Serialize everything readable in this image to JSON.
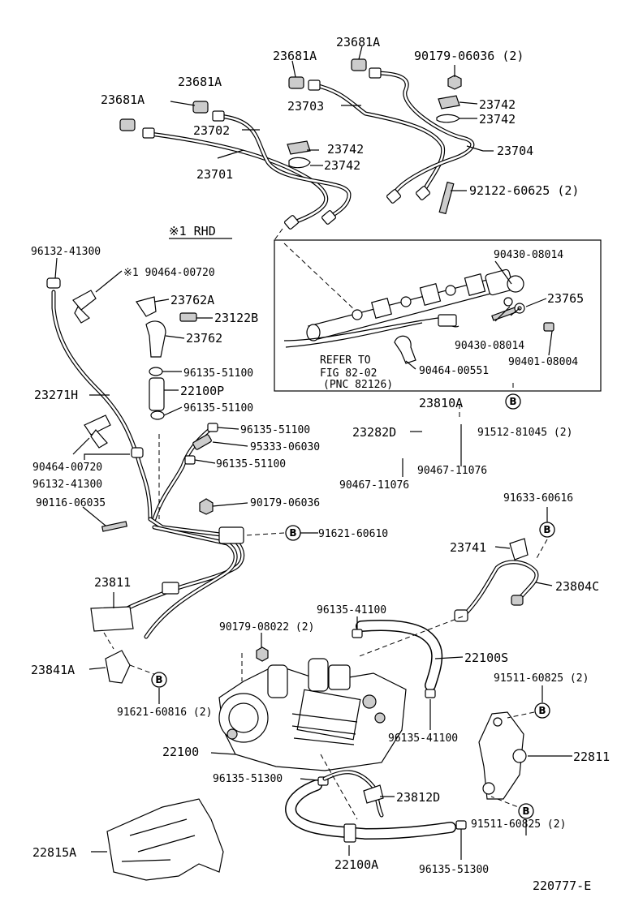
{
  "diagram_id": "220777-E",
  "rhd_note": "※1  RHD",
  "refer_note": {
    "line1": "REFER TO",
    "line2": "FIG 82-02",
    "line3": "(PNC 82126)"
  },
  "ref_marker": "B",
  "labels": {
    "p23681a_1": "23681A",
    "p23681a_2": "23681A",
    "p23681a_3": "23681A",
    "p23681a_4": "23681A",
    "p90179_06036_top": "90179-06036 (2)",
    "p23742_1": "23742",
    "p23742_2": "23742",
    "p23742_3": "23742",
    "p23742_4": "23742",
    "p23703": "23703",
    "p23702": "23702",
    "p23701": "23701",
    "p23704": "23704",
    "p92122": "92122-60625 (2)",
    "p96132_top": "96132-41300",
    "p90464_00720_top": "※1  90464-00720",
    "p23762a": "23762A",
    "p23122b": "23122B",
    "p23762": "23762",
    "p96135_51100_a": "96135-51100",
    "p22100p": "22100P",
    "p96135_51100_b": "96135-51100",
    "p23271h": "23271H",
    "p90430_08014_a": "90430-08014",
    "p23765": "23765",
    "p90430_08014_b": "90430-08014",
    "p90401": "90401-08004",
    "p90464_00551": "90464-00551",
    "p23810a": "23810A",
    "p91512": "91512-81045 (2)",
    "p23282d": "23282D",
    "p90467_a": "90467-11076",
    "p90467_b": "90467-11076",
    "p96135_51100_c": "96135-51100",
    "p95333": "95333-06030",
    "p96135_51100_d": "96135-51100",
    "p90464_00720_b": "90464-00720",
    "p96132_b": "96132-41300",
    "p90116": "90116-06035",
    "p90179_06036_b": "90179-06036",
    "p91621_60610": "91621-60610",
    "p91633": "91633-60616",
    "p23741": "23741",
    "p23804c": "23804C",
    "p23811": "23811",
    "p96135_41100_a": "96135-41100",
    "p90179_08022": "90179-08022 (2)",
    "p22100s": "22100S",
    "p23841a": "23841A",
    "p91621_60816": "91621-60816 (2)",
    "p91511_a": "91511-60825 (2)",
    "p96135_41100_b": "96135-41100",
    "p22100": "22100",
    "p22811": "22811",
    "p96135_51300_a": "96135-51300",
    "p23812d": "23812D",
    "p91511_b": "91511-60825 (2)",
    "p22815a": "22815A",
    "p22100a": "22100A",
    "p96135_51300_b": "96135-51300"
  }
}
